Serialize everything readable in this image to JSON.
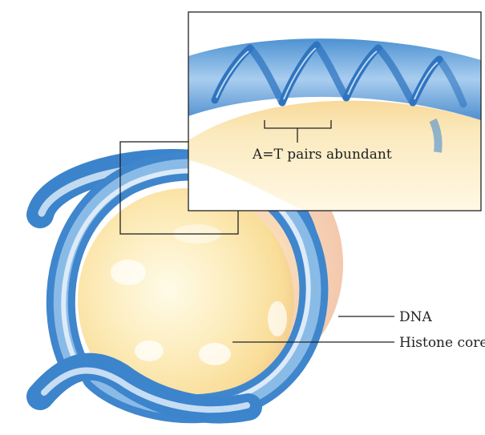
{
  "diagram": {
    "inset_label": "A=T pairs abundant",
    "dna_label": "DNA",
    "histone_label": "Histone core"
  },
  "colors": {
    "dna_blue": "#3e86cc",
    "dna_highlight": "#dcecf8",
    "histone_core": "#fbe5a4",
    "histone_shadow": "#f2c9a4",
    "leader_lines": "#222222"
  }
}
